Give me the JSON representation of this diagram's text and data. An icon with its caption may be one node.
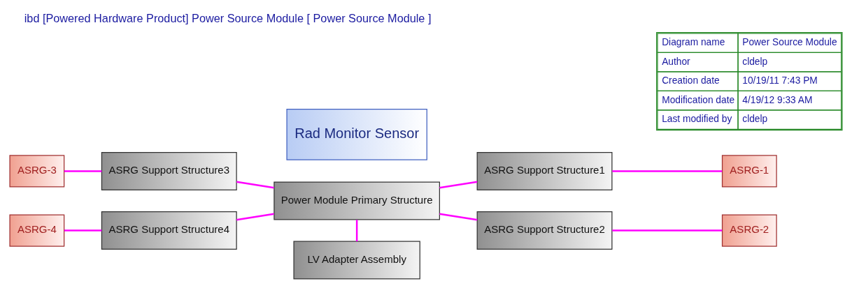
{
  "diagram": {
    "title": "ibd [Powered Hardware Product] Power Source Module [ Power Source Module ]",
    "nodes": [
      {
        "text": [
          "Rad Monitor Sensor"
        ]
      },
      {
        "text": [
          "ASRG-3"
        ]
      },
      {
        "text": [
          "ASRG Support Structure3"
        ]
      },
      {
        "text": [
          "ASRG-4"
        ]
      },
      {
        "text": [
          "ASRG Support Structure4"
        ]
      },
      {
        "text": [
          "Power Module Primary Structure"
        ]
      },
      {
        "text": [
          "LV Adapter Assembly"
        ]
      },
      {
        "text": [
          "ASRG Support Structure1"
        ]
      },
      {
        "text": [
          "ASRG-1"
        ]
      },
      {
        "text": [
          "ASRG Support Structure2"
        ]
      },
      {
        "text": [
          "ASRG-2"
        ]
      }
    ],
    "edges": [
      {
        "from": 1,
        "to": 2,
        "arrow": "none"
      },
      {
        "from": 3,
        "to": 4,
        "arrow": "none"
      },
      {
        "from": 2,
        "to": 5,
        "arrow": "none"
      },
      {
        "from": 4,
        "to": 5,
        "arrow": "none"
      },
      {
        "from": 5,
        "to": 6,
        "arrow": "none"
      },
      {
        "from": 5,
        "to": 7,
        "arrow": "none"
      },
      {
        "from": 5,
        "to": 9,
        "arrow": "none"
      },
      {
        "from": 7,
        "to": 8,
        "arrow": "none"
      },
      {
        "from": 9,
        "to": 10,
        "arrow": "none"
      }
    ],
    "labels": [
      "Diagram name",
      "Power Source Module",
      "Author",
      "cldelp",
      "Creation date",
      "10/19/11 7:43 PM",
      "Modification date",
      "4/19/12 9:33 AM",
      "Last modified by",
      "cldelp"
    ]
  }
}
